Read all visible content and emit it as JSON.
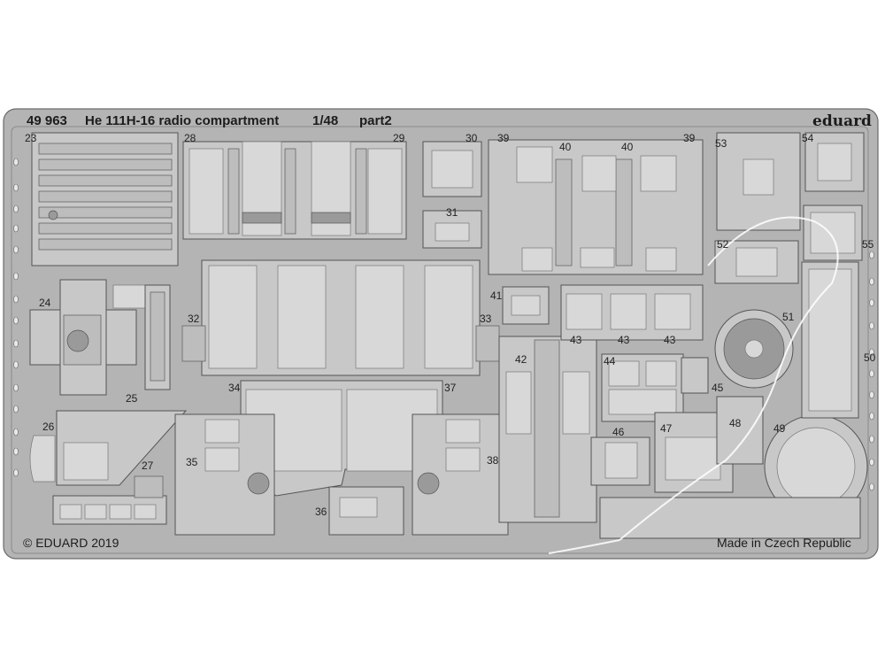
{
  "header": {
    "set_number": "49 963",
    "title": "He 111H-16 radio compartment",
    "scale": "1/48",
    "part": "part2",
    "brand": "eduard"
  },
  "footer": {
    "copyright": "© EDUARD 2019",
    "origin": "Made in Czech Republic"
  },
  "part_numbers": [
    "23",
    "24",
    "25",
    "26",
    "27",
    "28",
    "29",
    "30",
    "31",
    "32",
    "33",
    "34",
    "35",
    "36",
    "37",
    "38",
    "39",
    "39",
    "40",
    "40",
    "41",
    "42",
    "43",
    "43",
    "43",
    "44",
    "45",
    "46",
    "47",
    "48",
    "49",
    "50",
    "51",
    "52",
    "53",
    "54",
    "55"
  ],
  "colors": {
    "fret": "#b4b4b4",
    "part": "#c8c8c8",
    "outline": "#555555",
    "background": "#ffffff"
  }
}
